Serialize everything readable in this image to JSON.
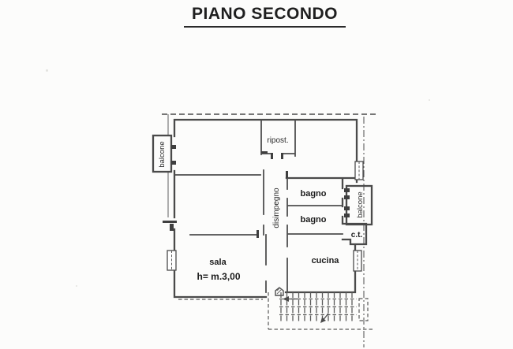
{
  "document": {
    "title": "PIANO SECONDO"
  },
  "plan": {
    "labels": {
      "ripostiglio": "ripost.",
      "balcone_left": "balcone",
      "balcone_right": "balcone",
      "bagno_upper": "bagno",
      "bagno_lower": "bagno",
      "disimpegno": "disimpegno",
      "caldaia": "c.t.",
      "cucina": "cucina",
      "sala": "sala",
      "sala_height": "h= m.3,00"
    }
  },
  "colors": {
    "paper": "#fcfcfb",
    "ink": "#4a4a4a",
    "label_ink": "#1c1c1c"
  }
}
